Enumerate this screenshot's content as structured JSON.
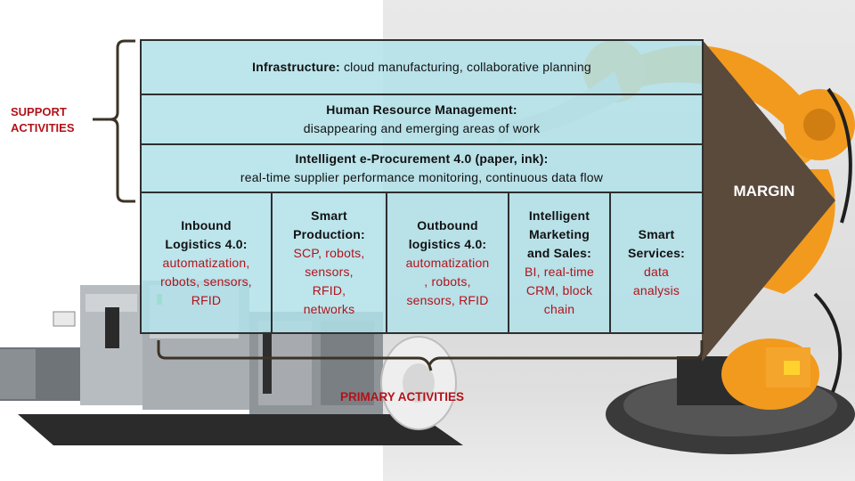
{
  "support": {
    "label_line1": "SUPPORT",
    "label_line2": "ACTIVITIES",
    "rows": [
      {
        "title": "Infrastructure:",
        "text": "cloud manufacturing,  collaborative planning"
      },
      {
        "title": "Human Resource Management:",
        "text": "disappearing and emerging  areas of work"
      },
      {
        "title": "Intelligent  e-Procurement 4.0 (paper, ink):",
        "text": "real-time  supplier performance  monitoring,  continuous data flow"
      }
    ]
  },
  "primary": {
    "label": "PRIMARY ACTIVITIES",
    "cells": [
      {
        "title": [
          "Inbound",
          "Logistics 4.0:"
        ],
        "text": [
          "automatization,",
          "robots, sensors,",
          "RFID"
        ]
      },
      {
        "title": [
          "Smart",
          "Production:"
        ],
        "text": [
          "SCP, robots,",
          "sensors,",
          "RFID,",
          "networks"
        ]
      },
      {
        "title": [
          "Outbound",
          "logistics 4.0:"
        ],
        "text": [
          "automatization",
          ", robots,",
          "sensors, RFID"
        ]
      },
      {
        "title": [
          "Intelligent",
          "Marketing",
          "and Sales:"
        ],
        "text": [
          "BI, real-time",
          "CRM, block",
          "chain"
        ]
      },
      {
        "title": [
          "Smart",
          "Services:"
        ],
        "text": [
          "data",
          "analysis"
        ]
      }
    ]
  },
  "margin": {
    "label": "MARGIN"
  },
  "colors": {
    "cell_fill": "#b1e1e9",
    "accent_red": "#b3121a",
    "margin_arrow": "#5a4a3c",
    "robot_orange": "#f29a1e"
  }
}
